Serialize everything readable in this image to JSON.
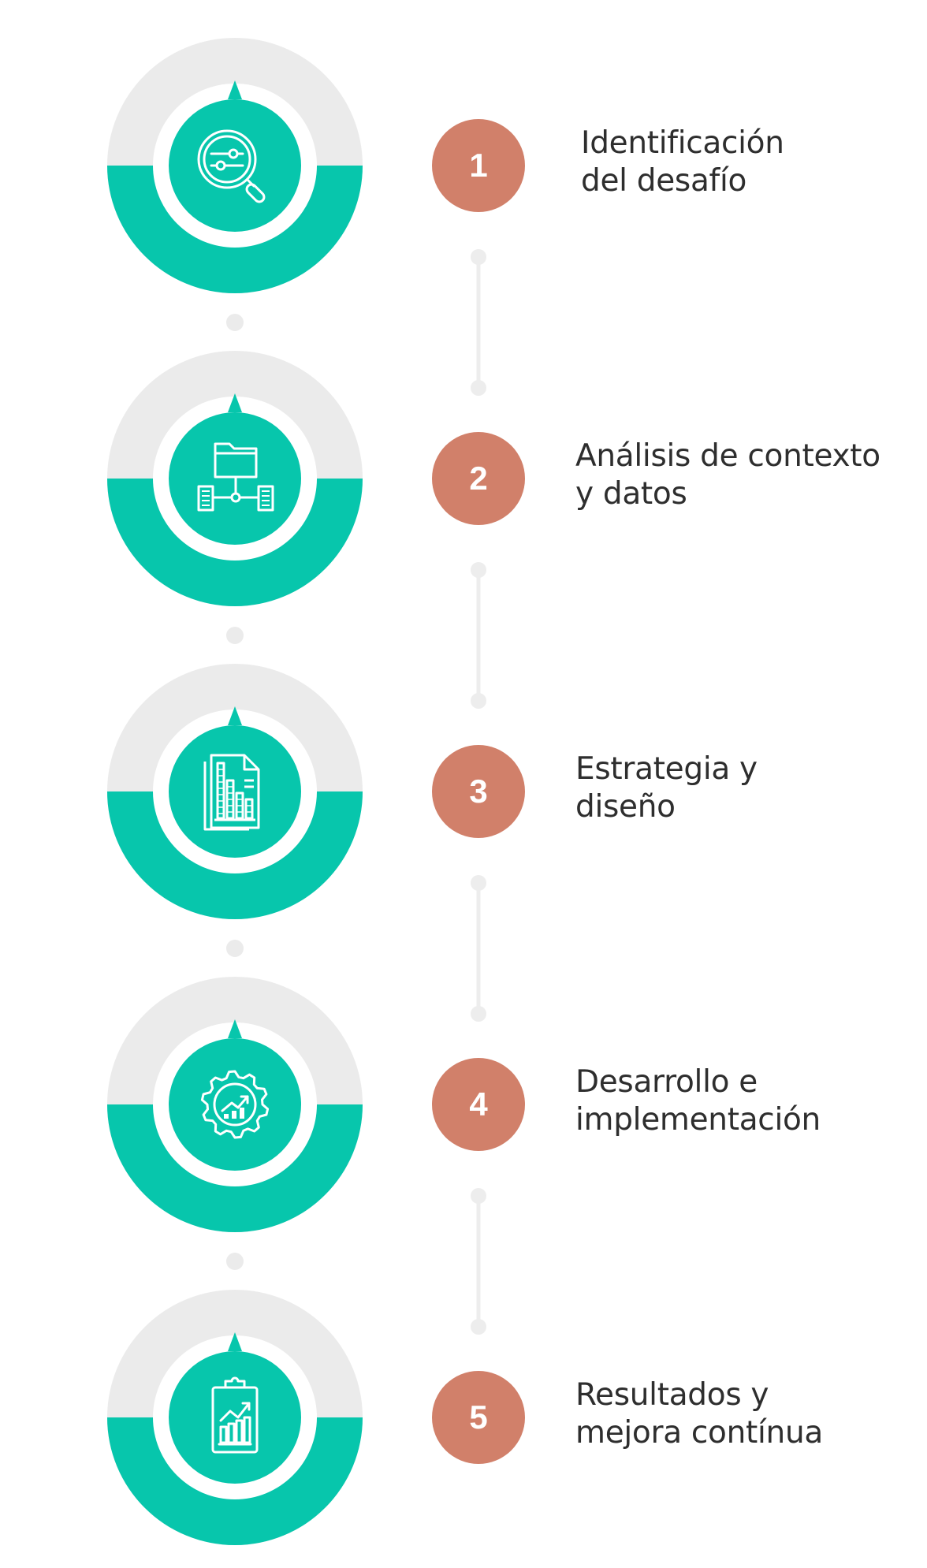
{
  "colors": {
    "teal": "#07C6AC",
    "gray_ring": "#EBEBEB",
    "badge": "#D1806A",
    "connector": "#EDEDED",
    "text": "#2E2E2E",
    "icon_line": "#FFFFFF"
  },
  "steps": [
    {
      "number": "1",
      "line1": "Identificación",
      "line2": "del desafío",
      "icon": "search-settings-icon"
    },
    {
      "number": "2",
      "line1": "Análisis de contexto",
      "line2": "y datos",
      "icon": "folder-network-icon"
    },
    {
      "number": "3",
      "line1": "Estrategia y",
      "line2": "diseño",
      "icon": "bar-report-icon"
    },
    {
      "number": "4",
      "line1": "Desarrollo e",
      "line2": "implementación",
      "icon": "gear-growth-icon"
    },
    {
      "number": "5",
      "line1": "Resultados y",
      "line2": "mejora contínua",
      "icon": "clipboard-chart-icon"
    }
  ]
}
